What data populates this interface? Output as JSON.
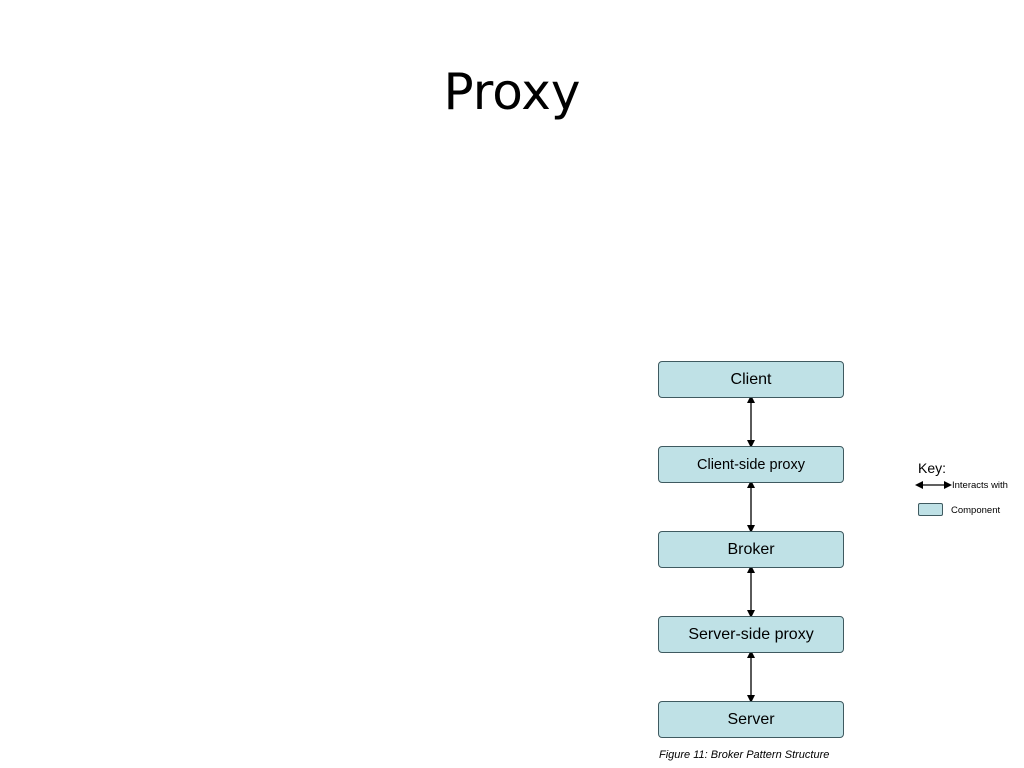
{
  "slide": {
    "title": "Proxy"
  },
  "diagram": {
    "components": [
      {
        "label": "Client"
      },
      {
        "label": "Client-side proxy"
      },
      {
        "label": "Broker"
      },
      {
        "label": "Server-side proxy"
      },
      {
        "label": "Server"
      }
    ],
    "caption": "Figure 11:  Broker Pattern Structure",
    "key": {
      "title": "Key:",
      "interacts_label": "Interacts with",
      "component_label": "Component"
    },
    "colors": {
      "component_fill": "#bfe1e6",
      "component_border": "#3f5a60",
      "arrow": "#000000"
    }
  }
}
